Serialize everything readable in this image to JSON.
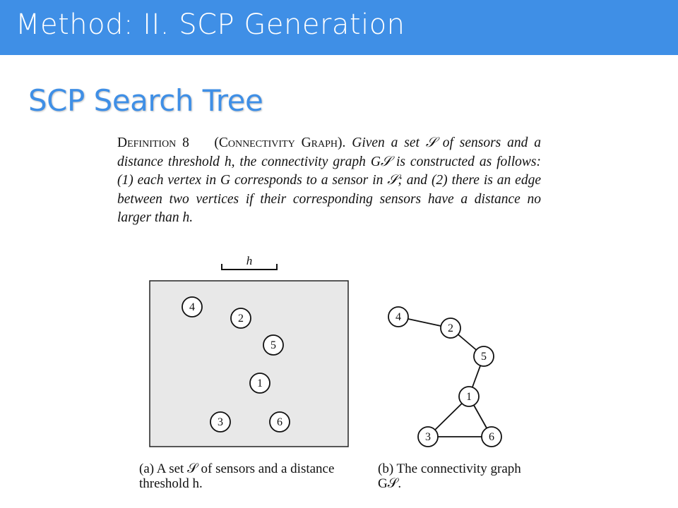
{
  "header": {
    "title": "Method: II. SCP Generation"
  },
  "subtitle": "SCP Search Tree",
  "definition": {
    "head": "Definition 8",
    "term": "(Connectivity Graph).",
    "body": "Given a set 𝒮 of sensors and a distance threshold h, the connectivity graph G𝒮 is constructed as follows: (1) each vertex in G corresponds to a sensor in 𝒮; and (2) there is an edge between two vertices if their corresponding sensors have a distance no larger than h."
  },
  "figure_a": {
    "threshold_label": "h",
    "sensors": [
      {
        "id": "4",
        "label": "4"
      },
      {
        "id": "2",
        "label": "2"
      },
      {
        "id": "5",
        "label": "5"
      },
      {
        "id": "1",
        "label": "1"
      },
      {
        "id": "3",
        "label": "3"
      },
      {
        "id": "6",
        "label": "6"
      }
    ],
    "caption": "(a) A set 𝒮 of sensors and a distance threshold h."
  },
  "figure_b": {
    "nodes": [
      {
        "id": "4",
        "label": "4"
      },
      {
        "id": "2",
        "label": "2"
      },
      {
        "id": "5",
        "label": "5"
      },
      {
        "id": "1",
        "label": "1"
      },
      {
        "id": "3",
        "label": "3"
      },
      {
        "id": "6",
        "label": "6"
      }
    ],
    "edges": [
      [
        "4",
        "2"
      ],
      [
        "2",
        "5"
      ],
      [
        "5",
        "1"
      ],
      [
        "1",
        "3"
      ],
      [
        "1",
        "6"
      ],
      [
        "3",
        "6"
      ]
    ],
    "caption": "(b) The connectivity graph G𝒮."
  }
}
